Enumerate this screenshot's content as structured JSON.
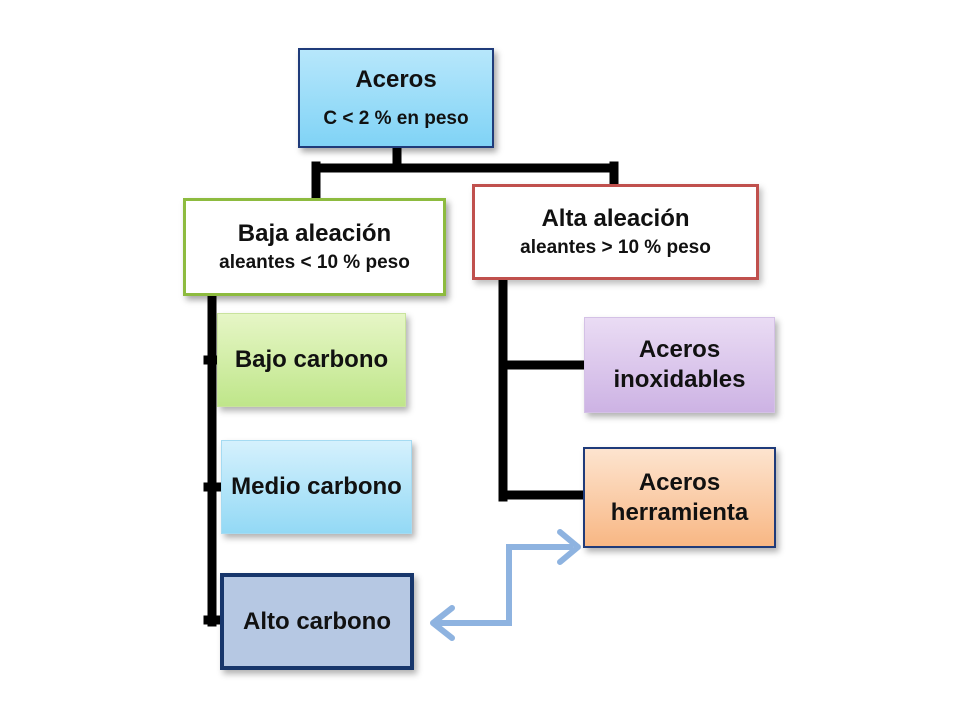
{
  "root": {
    "title": "Aceros",
    "subtitle": "C < 2 % en peso"
  },
  "low_alloy": {
    "title": "Baja aleación",
    "subtitle": "aleantes < 10 % peso",
    "children": [
      "Bajo carbono",
      "Medio carbono",
      "Alto carbono"
    ]
  },
  "high_alloy": {
    "title": "Alta aleación",
    "subtitle": "aleantes > 10 % peso",
    "children": [
      "Aceros inoxidables",
      "Aceros herramienta"
    ]
  },
  "colors": {
    "connector": "#000000",
    "link_arrow": "#8eb3e0",
    "low_alloy_border": "#8dbb3f",
    "high_alloy_border": "#c0504d"
  }
}
